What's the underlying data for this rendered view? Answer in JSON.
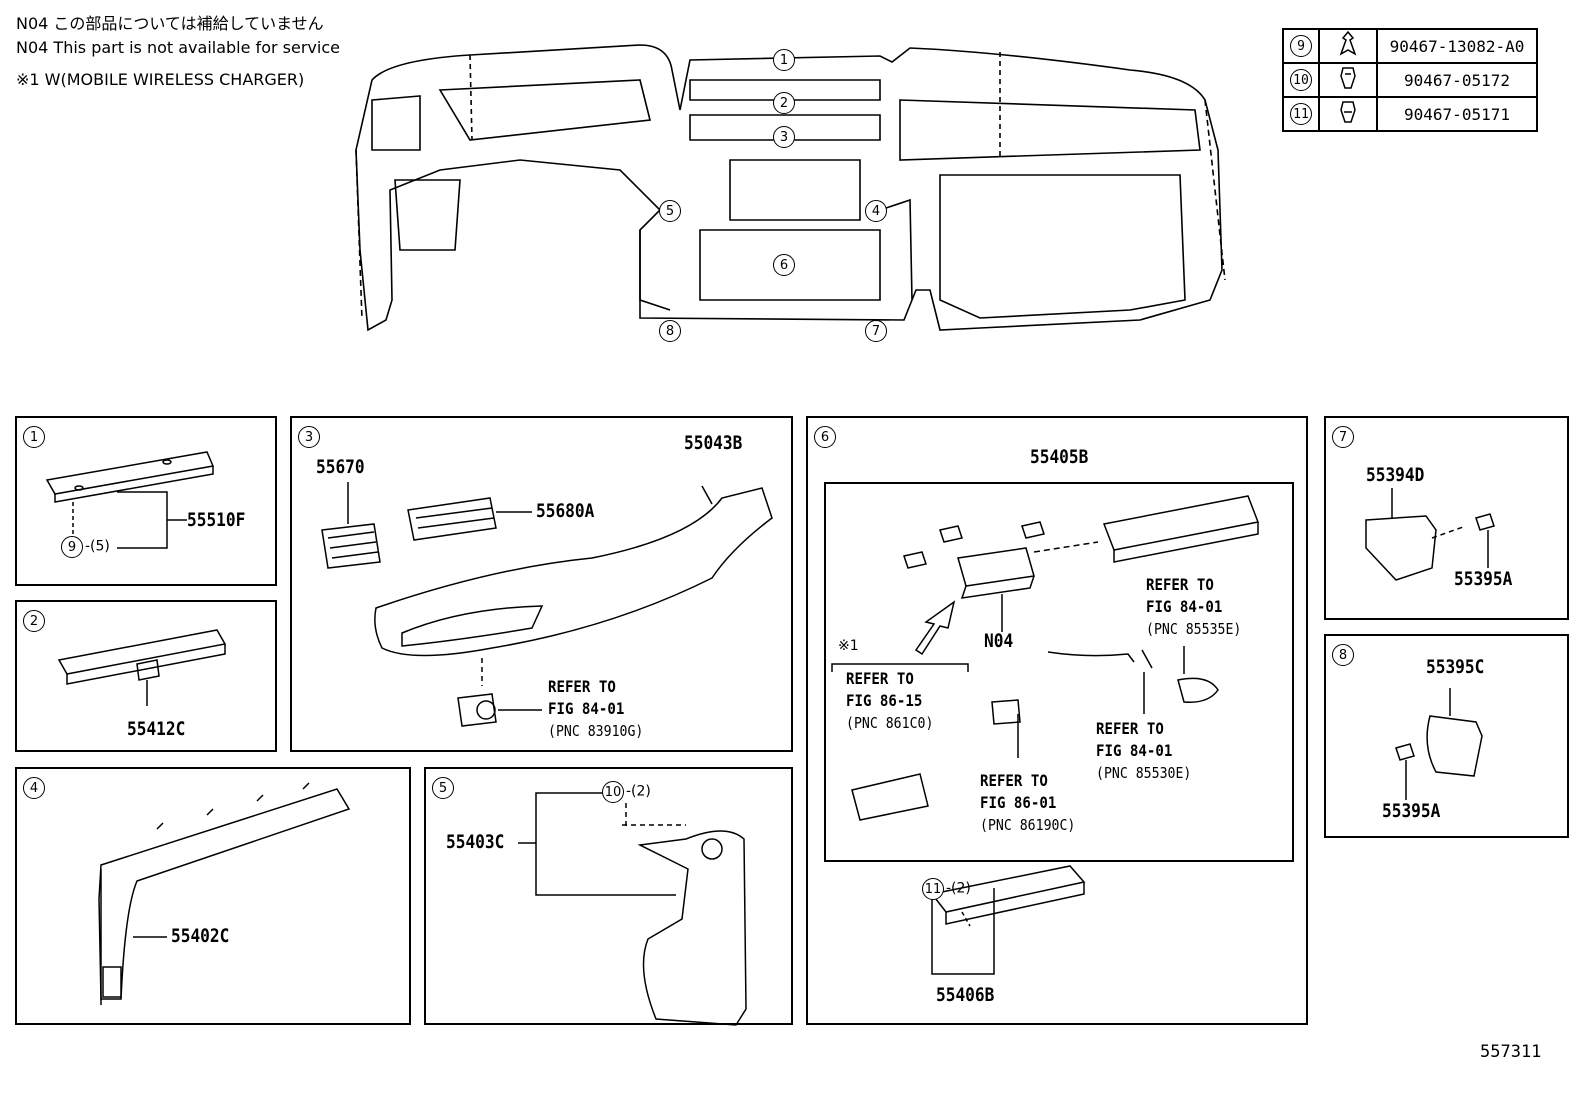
{
  "notes": {
    "n04_jp": "N04 この部品については補給していません",
    "n04_en": "N04 This part is not available for service",
    "note1": "※1 W(MOBILE WIRELESS CHARGER)"
  },
  "parts_table": [
    {
      "ref": "9",
      "icon": "clip-icon",
      "number": "90467-13082-A0"
    },
    {
      "ref": "10",
      "icon": "clip-icon",
      "number": "90467-05172"
    },
    {
      "ref": "11",
      "icon": "clip-icon",
      "number": "90467-05171"
    }
  ],
  "overview": {
    "callouts": [
      "1",
      "2",
      "3",
      "4",
      "5",
      "6",
      "7",
      "8"
    ]
  },
  "panels": {
    "p1": {
      "ref": "1",
      "part": "55510F",
      "clip": "9",
      "qty": "-(5)"
    },
    "p2": {
      "ref": "2",
      "part": "55412C"
    },
    "p3": {
      "ref": "3",
      "part_a": "55670",
      "part_b": "55680A",
      "part_c": "55043B",
      "refer": {
        "l1": "REFER TO",
        "l2": "FIG 84-01",
        "l3": "(PNC 83910G)"
      }
    },
    "p4": {
      "ref": "4",
      "part": "55402C"
    },
    "p5": {
      "ref": "5",
      "part": "55403C",
      "clip": "10",
      "qty": "-(2)"
    },
    "p6": {
      "ref": "6",
      "part_top": "55405B",
      "n04": "N04",
      "note_mark": "※1",
      "refer_a": {
        "l1": "REFER TO",
        "l2": "FIG 84-01",
        "l3": "(PNC 85535E)"
      },
      "refer_b": {
        "l1": "REFER TO",
        "l2": "FIG 86-15",
        "l3": "(PNC 861C0)"
      },
      "refer_c": {
        "l1": "REFER TO",
        "l2": "FIG 84-01",
        "l3": "(PNC 85530E)"
      },
      "refer_d": {
        "l1": "REFER TO",
        "l2": "FIG 86-01",
        "l3": "(PNC 86190C)"
      },
      "clip": "11",
      "qty": "-(2)",
      "part_bottom": "55406B"
    },
    "p7": {
      "ref": "7",
      "part_a": "55394D",
      "part_b": "55395A"
    },
    "p8": {
      "ref": "8",
      "part_a": "55395C",
      "part_b": "55395A"
    }
  },
  "figure_number": "557311"
}
